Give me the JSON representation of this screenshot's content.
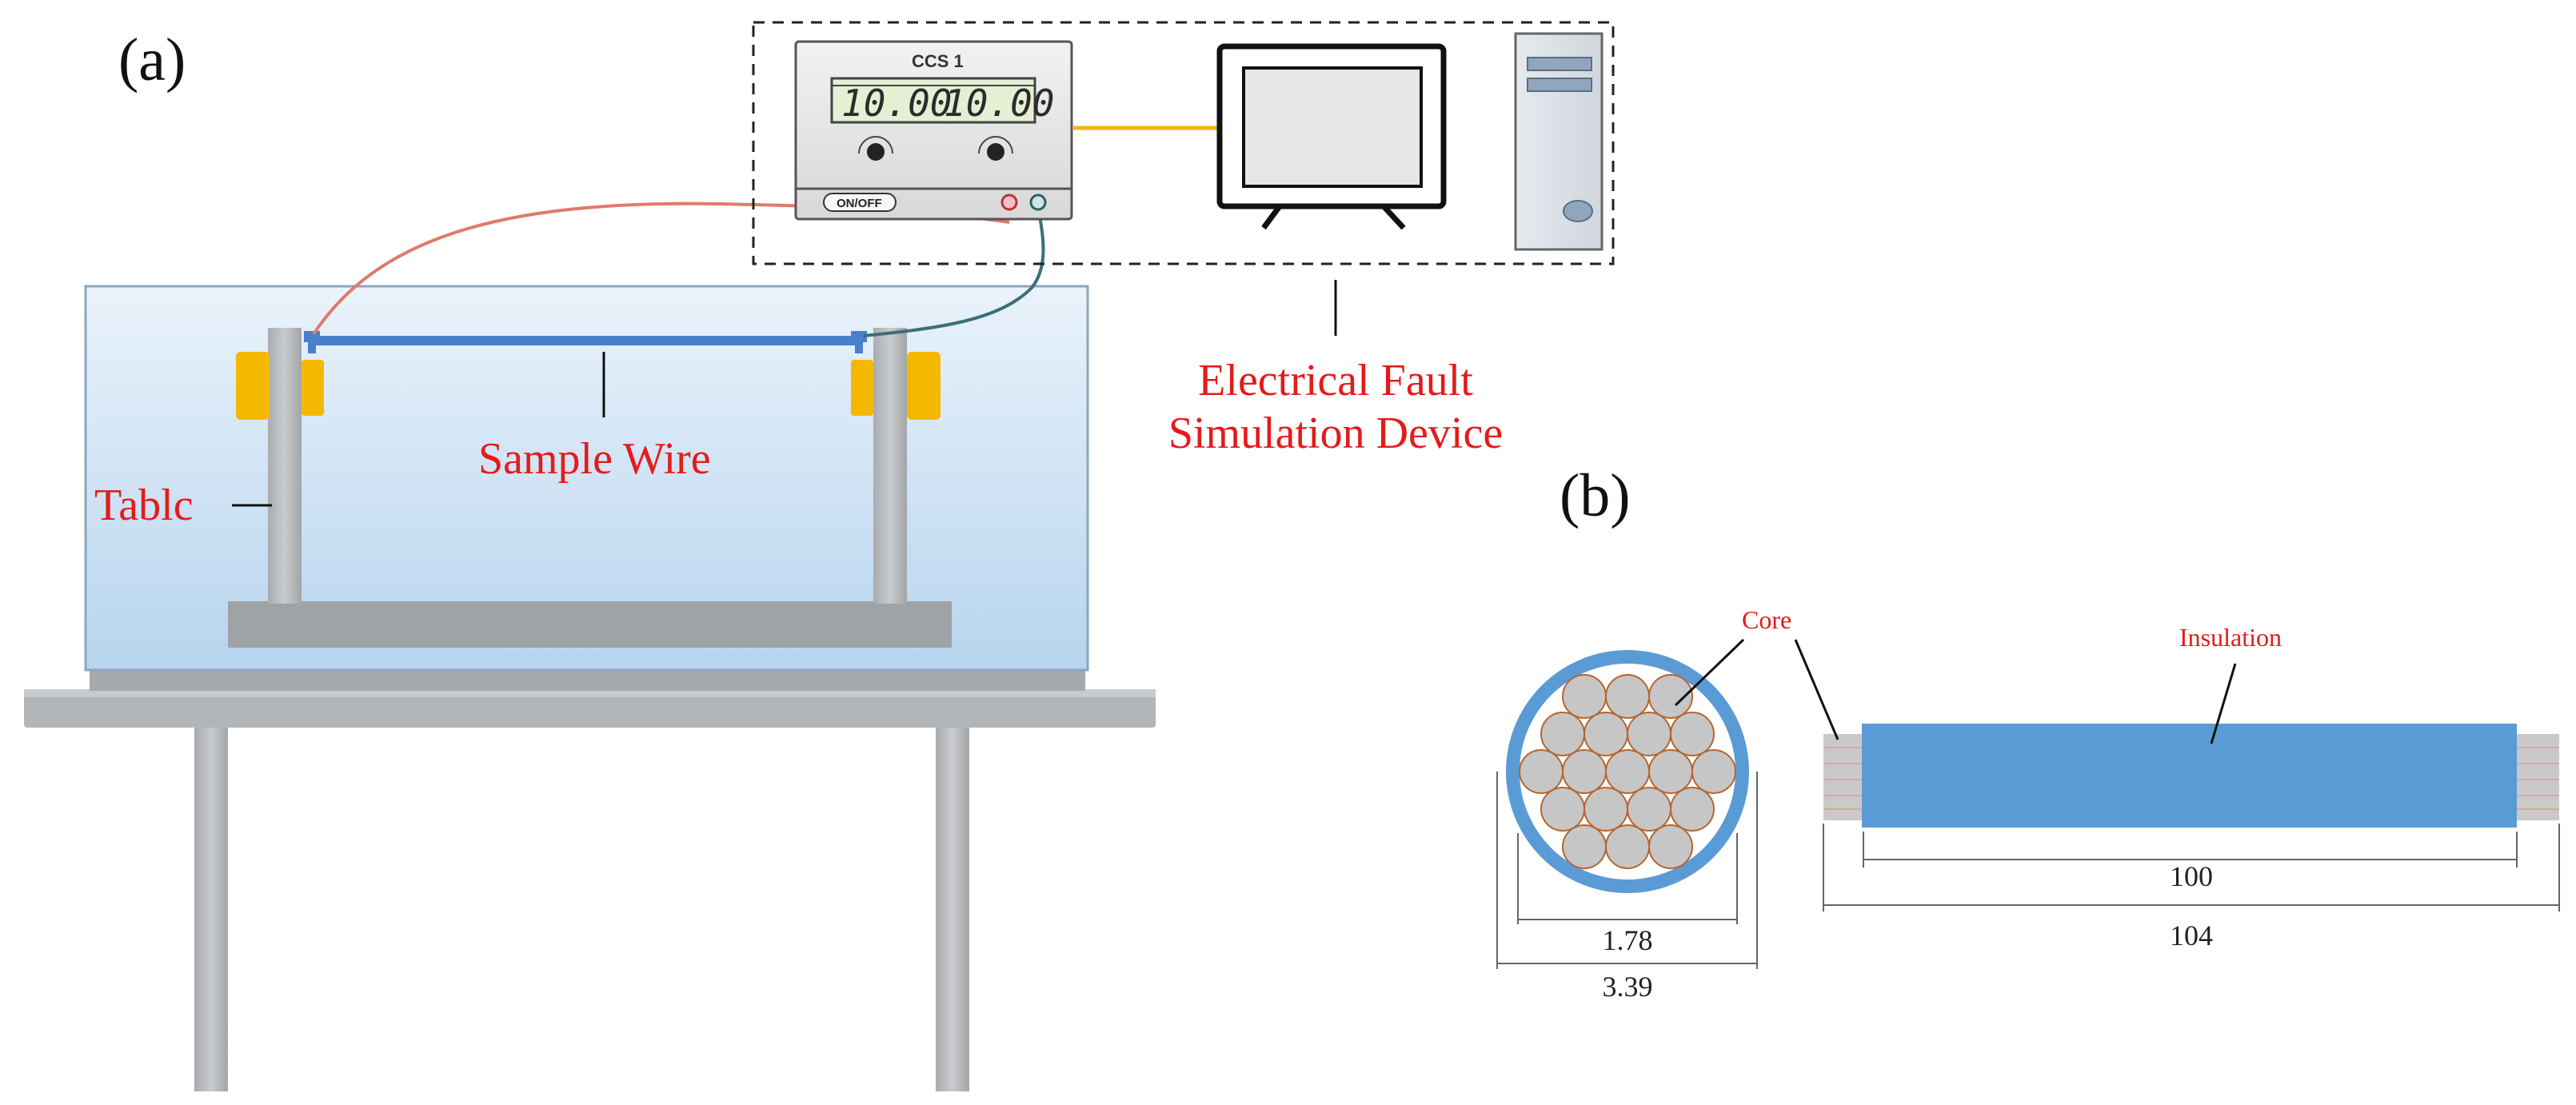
{
  "panel_a": {
    "label": "(a)",
    "sample_wire_label": "Sample Wire",
    "table_label": "Tablc",
    "device_label_line1": "Electrical Fault",
    "device_label_line2": "Simulation Device",
    "power_supply": {
      "title": "CCS 1",
      "display_left": "10.00",
      "display_right": "10.00",
      "power_button_label": "ON/OFF"
    }
  },
  "panel_b": {
    "label": "(b)",
    "core_label": "Core",
    "insulation_label": "Insulation",
    "core_diameter": "1.78",
    "outer_diameter": "3.39",
    "insulation_length": "100",
    "total_length": "104"
  },
  "colors": {
    "label_red": "#e41b1b",
    "wire_blue": "#4a7fc9",
    "insulation_blue": "#5b9bd5",
    "clamp_yellow": "#f5b800",
    "tank_blue": "#cfe4f5",
    "link_orange": "#f3b712"
  }
}
